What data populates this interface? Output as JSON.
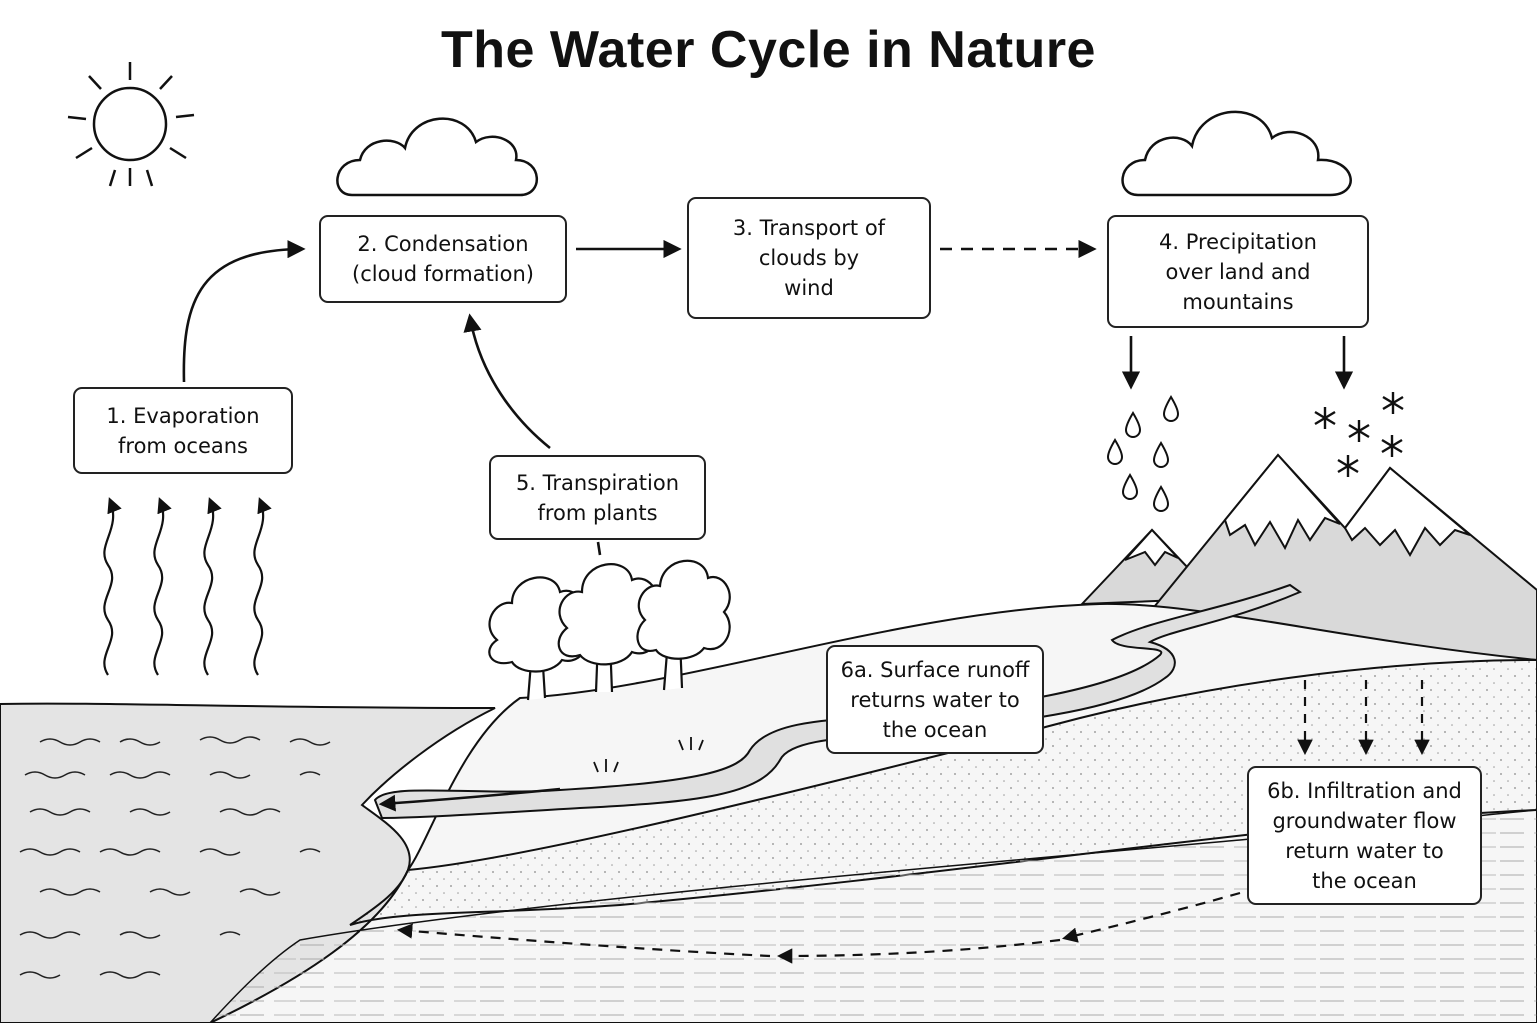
{
  "title": "The Water Cycle in Nature",
  "steps": {
    "evaporation": "1. Evaporation\nfrom oceans",
    "condensation": "2. Condensation\n(cloud formation)",
    "transport": "3. Transport of\nclouds by\nwind",
    "precipitation": "4. Precipitation\nover land and\nmountains",
    "transpiration": "5. Transpiration\nfrom plants",
    "runoff": "6a. Surface runoff\nreturns water to\nthe ocean",
    "infiltration": "6b. Infiltration and\ngroundwater flow\nreturn water to\nthe ocean"
  },
  "colors": {
    "ink": "#111111",
    "ocean": "#e2e2e2",
    "mountain": "#d6d6d6",
    "ground": "#f4f4f4",
    "paper": "#ffffff"
  }
}
